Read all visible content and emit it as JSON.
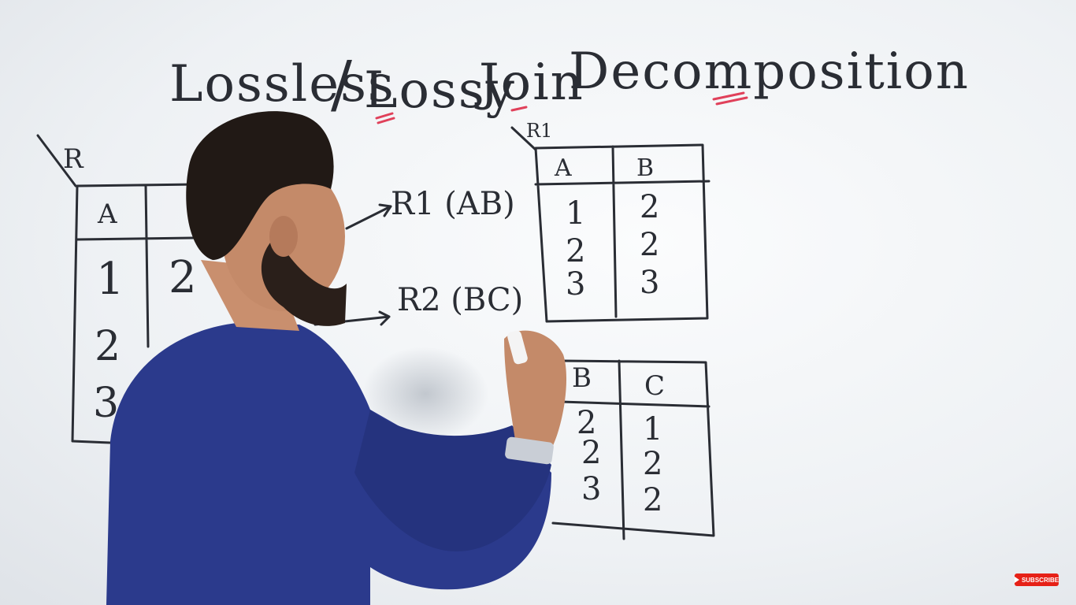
{
  "board": {
    "title_lossless": "Lossless",
    "title_slash": "/",
    "title_lossy": "Lossy",
    "title_join": "Join",
    "title_decomposition": "Decomposition",
    "relation_r": "R",
    "relation_r1_label": "R1",
    "r1_mapping": "R1 (AB)",
    "r2_mapping": "R2 (BC)"
  },
  "table_r": {
    "headers": [
      "A",
      ""
    ],
    "rows": [
      [
        "1",
        "2"
      ],
      [
        "2",
        ""
      ],
      [
        "3",
        ""
      ]
    ]
  },
  "table_r1": {
    "headers": [
      "A",
      "B"
    ],
    "rows": [
      [
        "1",
        "2"
      ],
      [
        "2",
        "2"
      ],
      [
        "3",
        "3"
      ]
    ]
  },
  "table_r2": {
    "headers": [
      "B",
      "C"
    ],
    "rows": [
      [
        "2",
        "1"
      ],
      [
        "2",
        "2"
      ],
      [
        "3",
        "2"
      ]
    ]
  },
  "overlay": {
    "subscribe_label": "SUBSCRIBE",
    "subscribe_color": "#e62117"
  }
}
